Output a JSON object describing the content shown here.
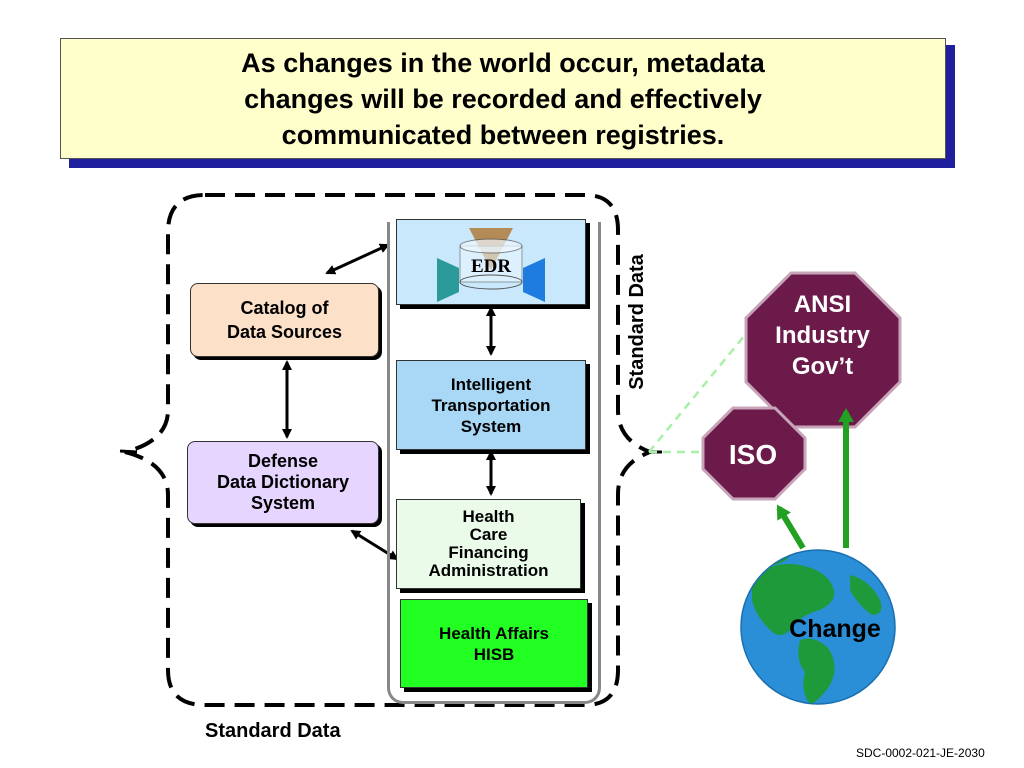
{
  "title": {
    "line1": "As changes in the world occur, metadata",
    "line2": "changes will be recorded and effectively",
    "line3": "communicated between registries."
  },
  "boxes": {
    "edr": "EDR",
    "its": {
      "line1": "Intelligent",
      "line2": "Transportation",
      "line3": "System"
    },
    "hcfa": {
      "line1": "Health",
      "line2": "Care",
      "line3": "Financing",
      "line4": "Administration"
    },
    "hisb": {
      "line1": "Health Affairs",
      "line2": "HISB"
    },
    "catalog": {
      "line1": "Catalog of",
      "line2": "Data Sources"
    },
    "defense": {
      "line1": "Defense",
      "line2": "Data Dictionary",
      "line3": "System"
    }
  },
  "labels": {
    "standard_data_bottom": "Standard Data",
    "standard_data_vertical": "Standard Data"
  },
  "stop_signs": {
    "ansi": {
      "line1": "ANSI",
      "line2": "Industry",
      "line3": "Gov’t"
    },
    "iso": "ISO"
  },
  "globe_label": "Change",
  "footer": "SDC-0002-021-JE-2030",
  "colors": {
    "title_bg": "#ffffcc",
    "title_shadow": "#1f1f9e",
    "stop_sign": "#6b1a4a",
    "green_arrow": "#22a022",
    "globe_ocean": "#2a8fd6",
    "globe_land": "#1f9a3a"
  }
}
